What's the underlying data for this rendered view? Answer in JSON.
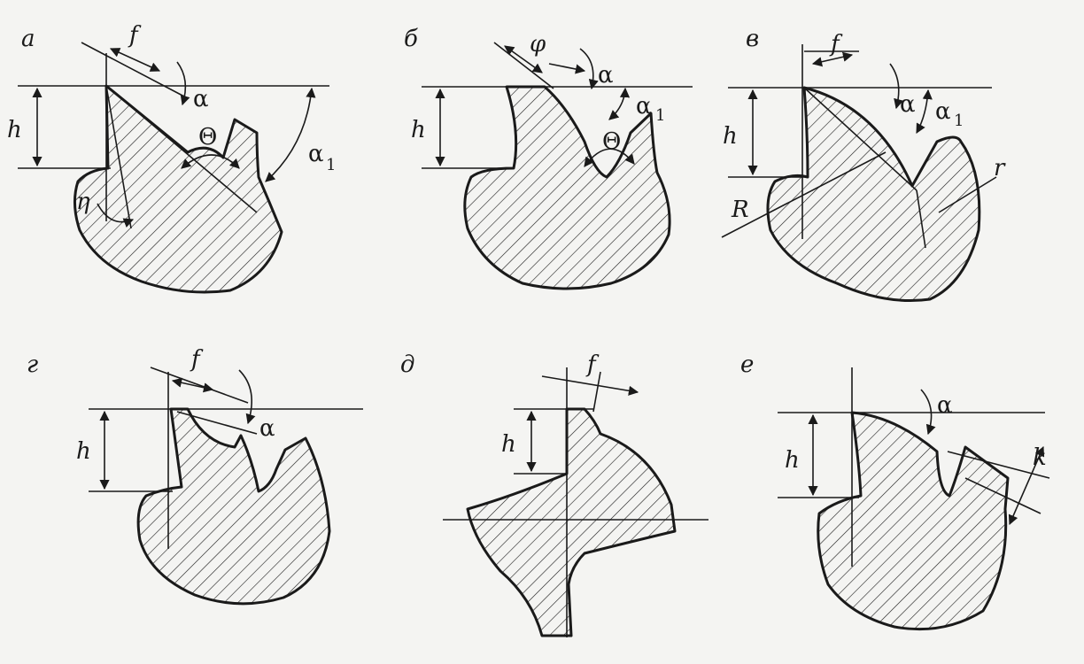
{
  "panels": {
    "a": {
      "tag": "а",
      "h": "h",
      "f": "f",
      "alpha": "α",
      "alpha1": "α",
      "alpha1_sub": "1",
      "theta": "Θ",
      "eta": "η"
    },
    "b": {
      "tag": "б",
      "h": "h",
      "phi": "φ",
      "alpha": "α",
      "alpha1": "α",
      "alpha1_sub": "1",
      "theta": "Θ"
    },
    "v": {
      "tag": "в",
      "h": "h",
      "f": "f",
      "alpha": "α",
      "alpha1": "α",
      "alpha1_sub": "1",
      "R": "R",
      "r": "r"
    },
    "g": {
      "tag": "г",
      "h": "h",
      "f": "f",
      "alpha": "α"
    },
    "d": {
      "tag": "д",
      "h": "h",
      "f": "f"
    },
    "e": {
      "tag": "е",
      "h": "h",
      "alpha": "α",
      "k": "k"
    }
  }
}
